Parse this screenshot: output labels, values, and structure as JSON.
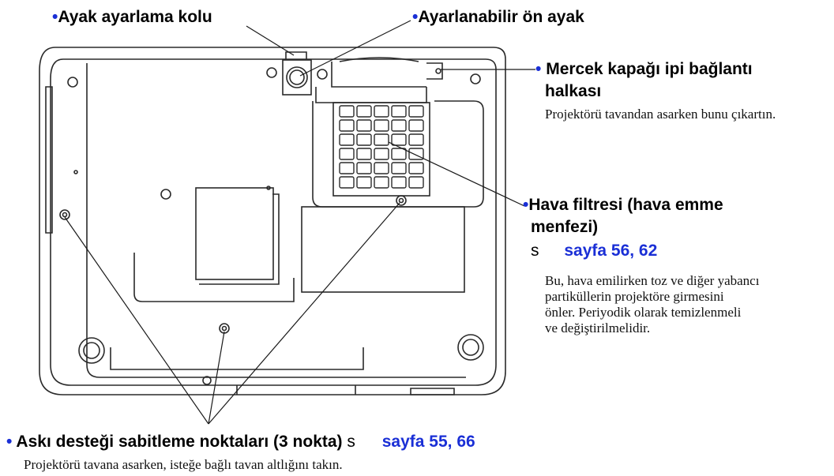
{
  "colors": {
    "accent": "#1a2fd6",
    "line": "#2a2a2a",
    "background": "#ffffff"
  },
  "labels": {
    "foot_lever": {
      "bullet": "•",
      "text": "Ayak ayarlama kolu"
    },
    "front_foot": {
      "bullet": "•",
      "text": "Ayarlanabilir ön ayak"
    },
    "lens_cap": {
      "bullet": "•",
      "line1": "Mercek kapağı ipi bağlantı",
      "line2": "halkası",
      "desc": "Projektörü tavandan asarken bunu çıkartın."
    },
    "air_filter": {
      "bullet": "•",
      "line1": "Hava filtresi (hava emme",
      "line2": "menfezi)",
      "ref_symbol": "s",
      "ref_text": "sayfa 56",
      "ref_sep": ", ",
      "ref_num2": "62",
      "desc": [
        "Bu, hava emilirken toz ve diğer yabancı",
        "partiküllerin projektöre girmesini",
        "önler. Periyodik olarak temizlenmeli",
        "ve değiştirilmelidir."
      ]
    },
    "mount_points": {
      "bullet": "•",
      "text": "Askı desteği sabitleme noktaları (3 nokta)",
      "ref_symbol": "s",
      "ref_text": "sayfa 55",
      "ref_sep": ", ",
      "ref_num2": "66",
      "desc": "Projektörü tavana asarken, isteğe bağlı tavan altlığını takın."
    }
  }
}
